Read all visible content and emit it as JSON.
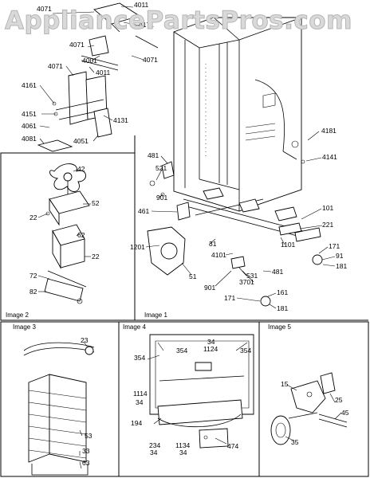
{
  "watermark": "AppliancePartsPros.com",
  "panels": {
    "image1": "Image 1",
    "image2": "Image 2",
    "image3": "Image 3",
    "image4": "Image 4",
    "image5": "Image 5"
  },
  "callouts": {
    "c4011a": "4011",
    "c4071a": "4071",
    "c4171": "4171",
    "c4071b": "4071",
    "c4001": "4001",
    "c4071c": "4071",
    "c4011b": "4011",
    "c4071d": "4071",
    "c4161": "4161",
    "c4151": "4151",
    "c4131": "4131",
    "c4061": "4061",
    "c4051": "4051",
    "c4081": "4081",
    "c42": "42",
    "c52": "52",
    "c22a": "22",
    "c62": "62",
    "c22b": "22",
    "c72": "72",
    "c82": "82",
    "c4181": "4181",
    "c4141": "4141",
    "c481a": "481",
    "c521": "521",
    "c901a": "901",
    "c461": "461",
    "c101": "101",
    "c221": "221",
    "c1201": "1201",
    "c31": "31",
    "c4101": "4101",
    "c1101": "1101",
    "c171a": "171",
    "c91": "91",
    "c181a": "181",
    "c51": "51",
    "c531": "531",
    "c481b": "481",
    "c901b": "901",
    "c3701": "3701",
    "c171b": "171",
    "c161": "161",
    "c181b": "181",
    "c23": "23",
    "c53": "53",
    "c33": "33",
    "c63": "63",
    "c34a": "34",
    "c1124": "1124",
    "c354a": "354",
    "c354b": "354",
    "c354c": "354",
    "c1114": "1114",
    "c34b": "34",
    "c194": "194",
    "c234": "234",
    "c34c": "34",
    "c1134": "1134",
    "c34d": "34",
    "c474": "474",
    "c15": "15",
    "c25": "25",
    "c45": "45",
    "c35": "35"
  }
}
